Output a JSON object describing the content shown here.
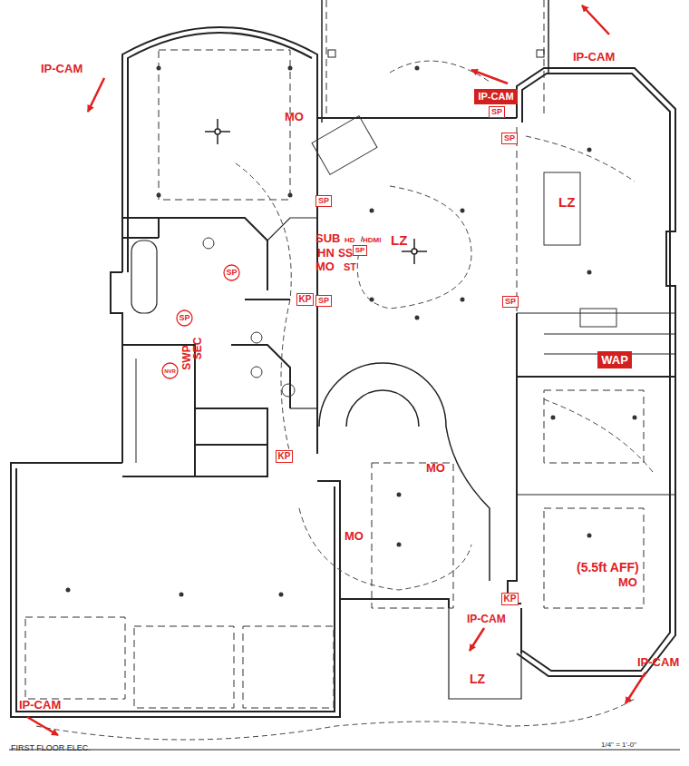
{
  "diagram": {
    "caption": "FIRST FLOOR ELEC.",
    "nodes": [
      {
        "text": [
          "IP-CAM"
        ]
      },
      {
        "text": [
          "SP"
        ]
      },
      {
        "text": [
          "SP"
        ]
      },
      {
        "text": [
          "SP"
        ]
      },
      {
        "text": [
          "SP"
        ]
      },
      {
        "text": [
          "SP"
        ]
      },
      {
        "text": [
          "KP"
        ]
      },
      {
        "text": [
          "SP"
        ]
      },
      {
        "text": [
          "SP"
        ]
      },
      {
        "text": [
          "SP"
        ]
      },
      {
        "text": [
          "NVR"
        ]
      },
      {
        "text": [
          "WAP"
        ]
      },
      {
        "text": [
          "KP"
        ]
      },
      {
        "text": [
          "KP"
        ]
      }
    ],
    "labels": [
      "IP-CAM",
      "IP-CAM",
      "MO",
      "LZ",
      "SUB",
      "HD",
      "HDMI",
      "LZ",
      "HN",
      "SS",
      "MO",
      "ST",
      "SEC",
      "SWP",
      "MO",
      "MO",
      "(5.5ft AFF)",
      "MO",
      "IP-CAM",
      "IP-CAM",
      "LZ",
      "IP-CAM",
      "1/4\" = 1'-0\""
    ]
  }
}
